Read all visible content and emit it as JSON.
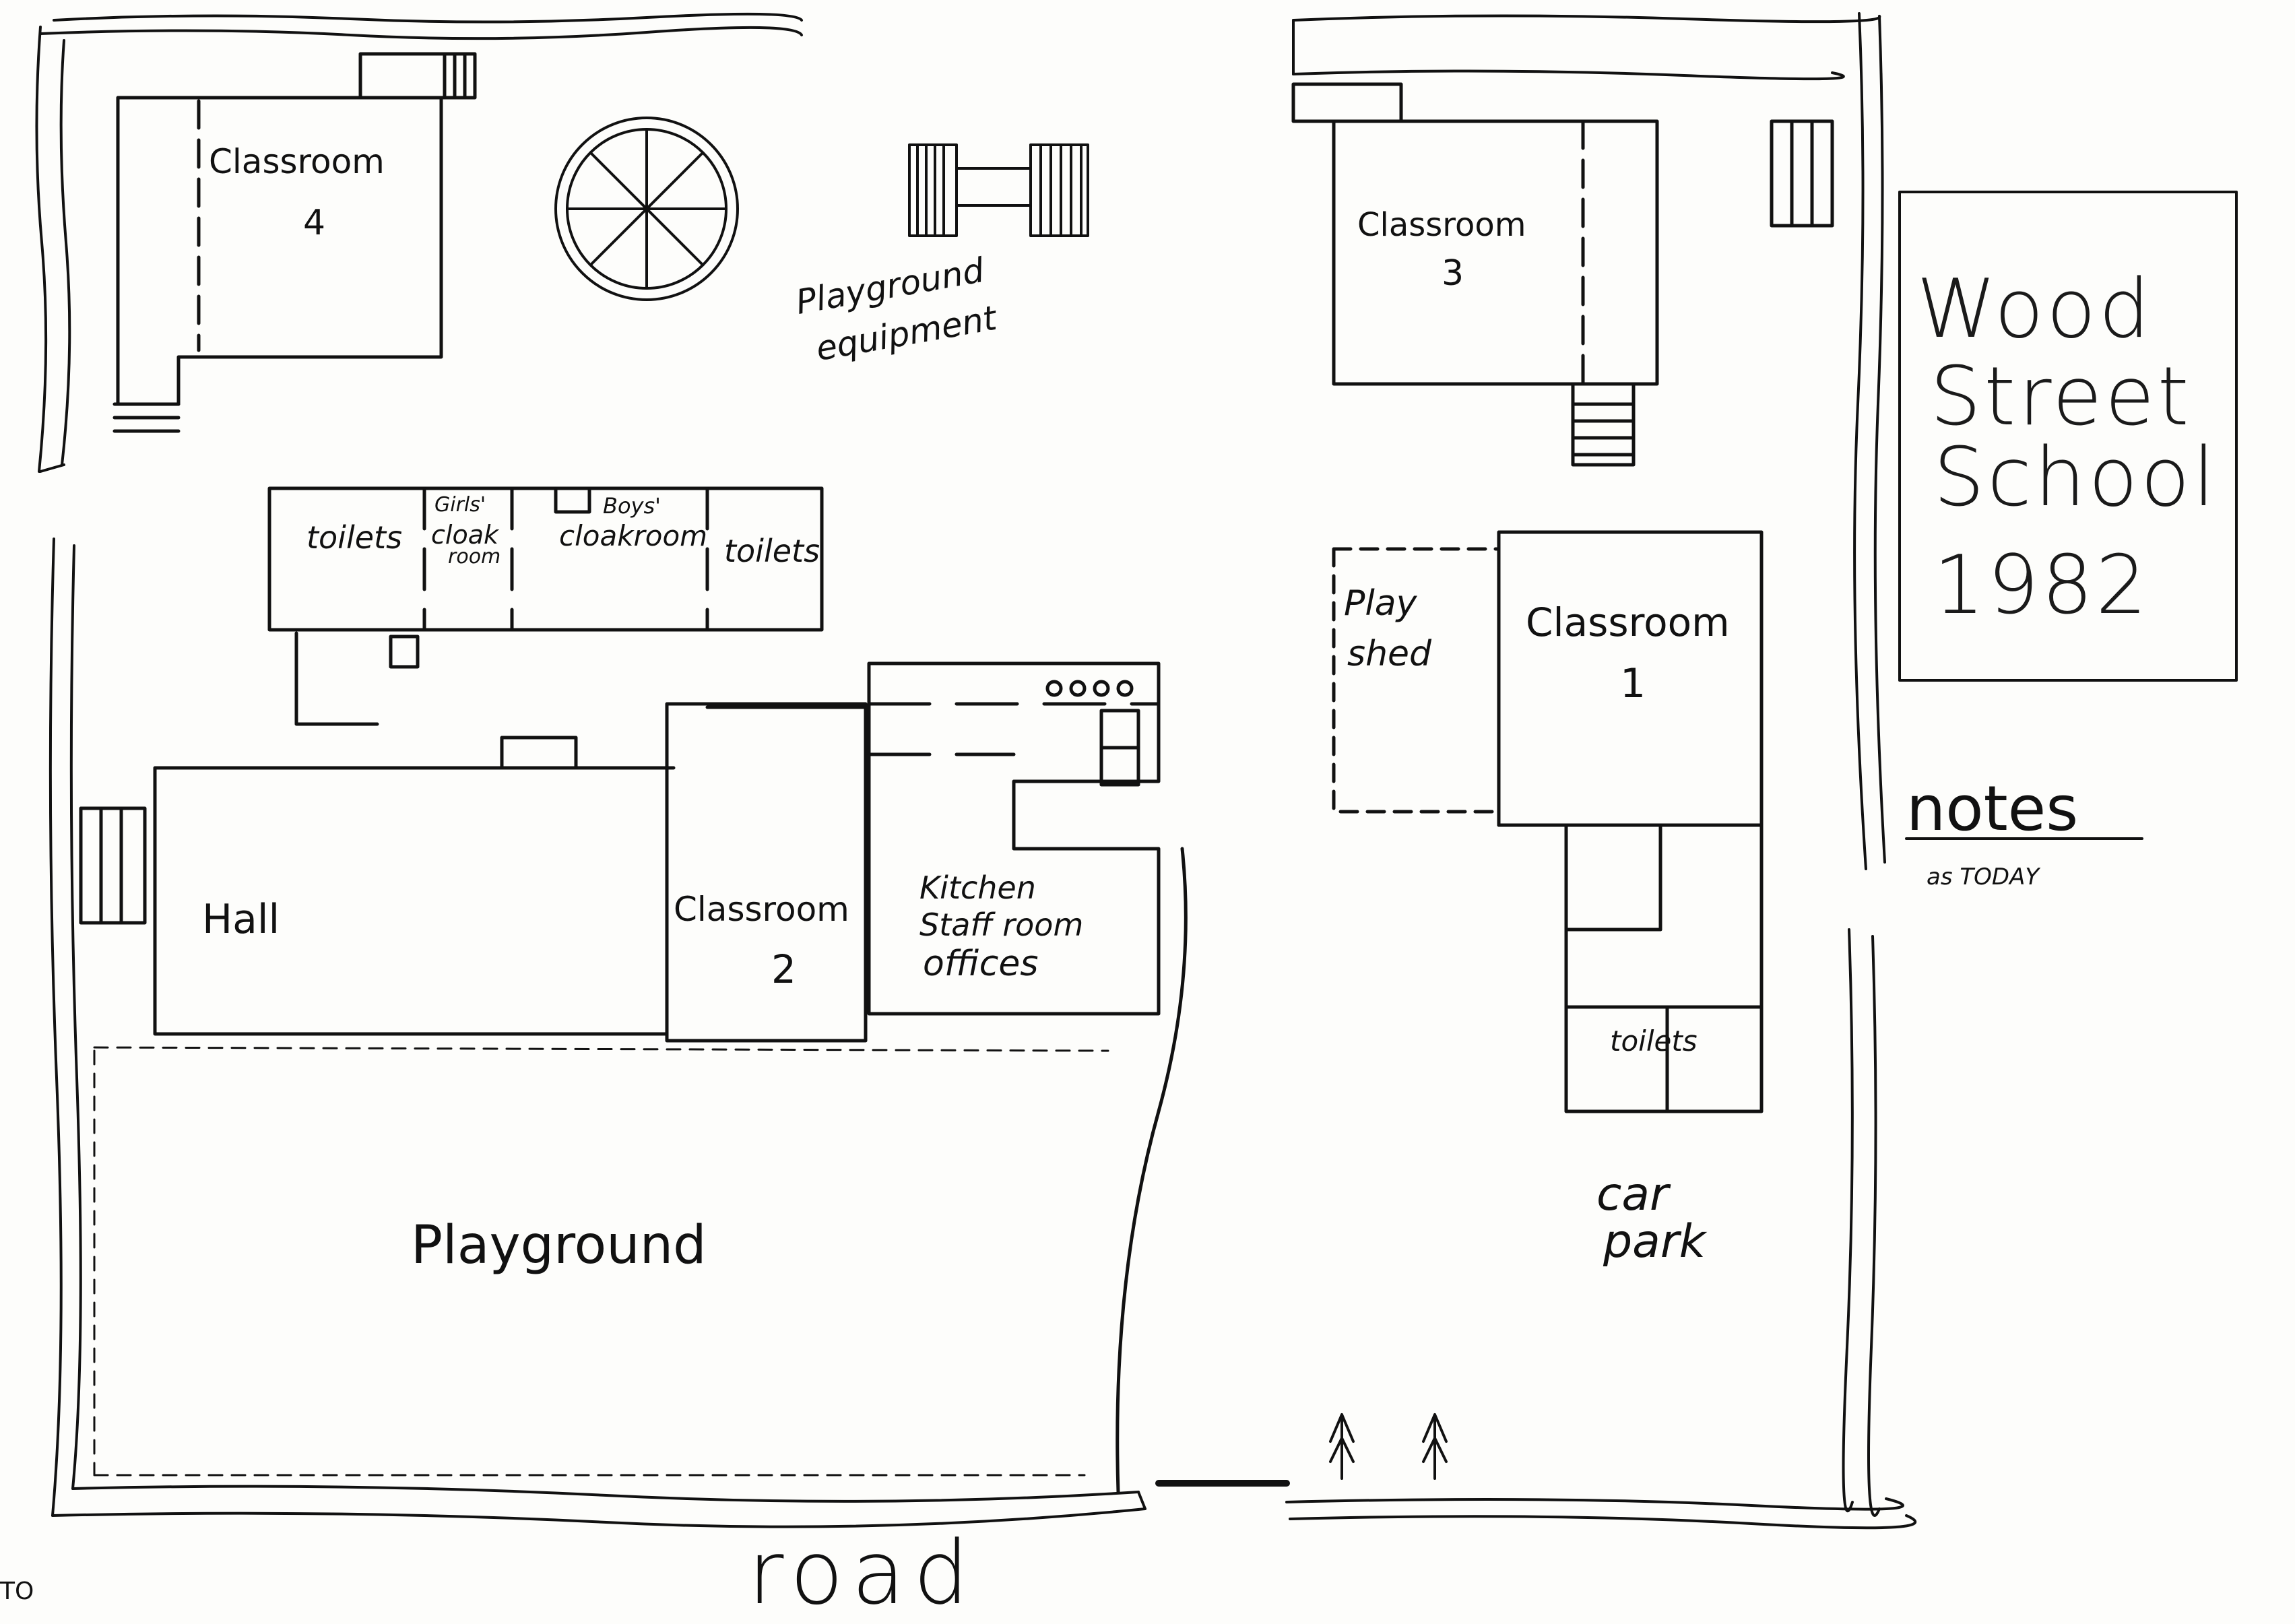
{
  "title_box": {
    "line1": "Wood",
    "line2": "Street",
    "line3": "School",
    "year": "1982"
  },
  "notes": {
    "heading": "notes",
    "text": "as TODAY"
  },
  "rooms": {
    "classroom4": {
      "word": "Classroom",
      "num": "4"
    },
    "classroom3": {
      "word": "Classroom",
      "num": "3"
    },
    "classroom1": {
      "word": "Classroom",
      "num": "1"
    },
    "classroom2": {
      "word": "Classroom",
      "num": "2"
    },
    "playground_equipment": {
      "line1": "Playground",
      "line2": "equipment"
    },
    "toilets_left": "toilets",
    "girls_cloak": {
      "line1": "Girls'",
      "line2": "cloak",
      "line3": "room"
    },
    "boys_cloak": {
      "line1": "Boys'",
      "line2": "cloakroom"
    },
    "toilets_mid": "toilets",
    "play_shed": {
      "line1": "Play",
      "line2": "shed"
    },
    "hall": "Hall",
    "kitchen": {
      "line1": "Kitchen",
      "line2": "Staff room",
      "line3": "offices"
    },
    "toilets_right": "toilets",
    "playground": "Playground",
    "car_park": {
      "line1": "car",
      "line2": "park"
    },
    "road": "road",
    "corner_mark": "TO"
  }
}
